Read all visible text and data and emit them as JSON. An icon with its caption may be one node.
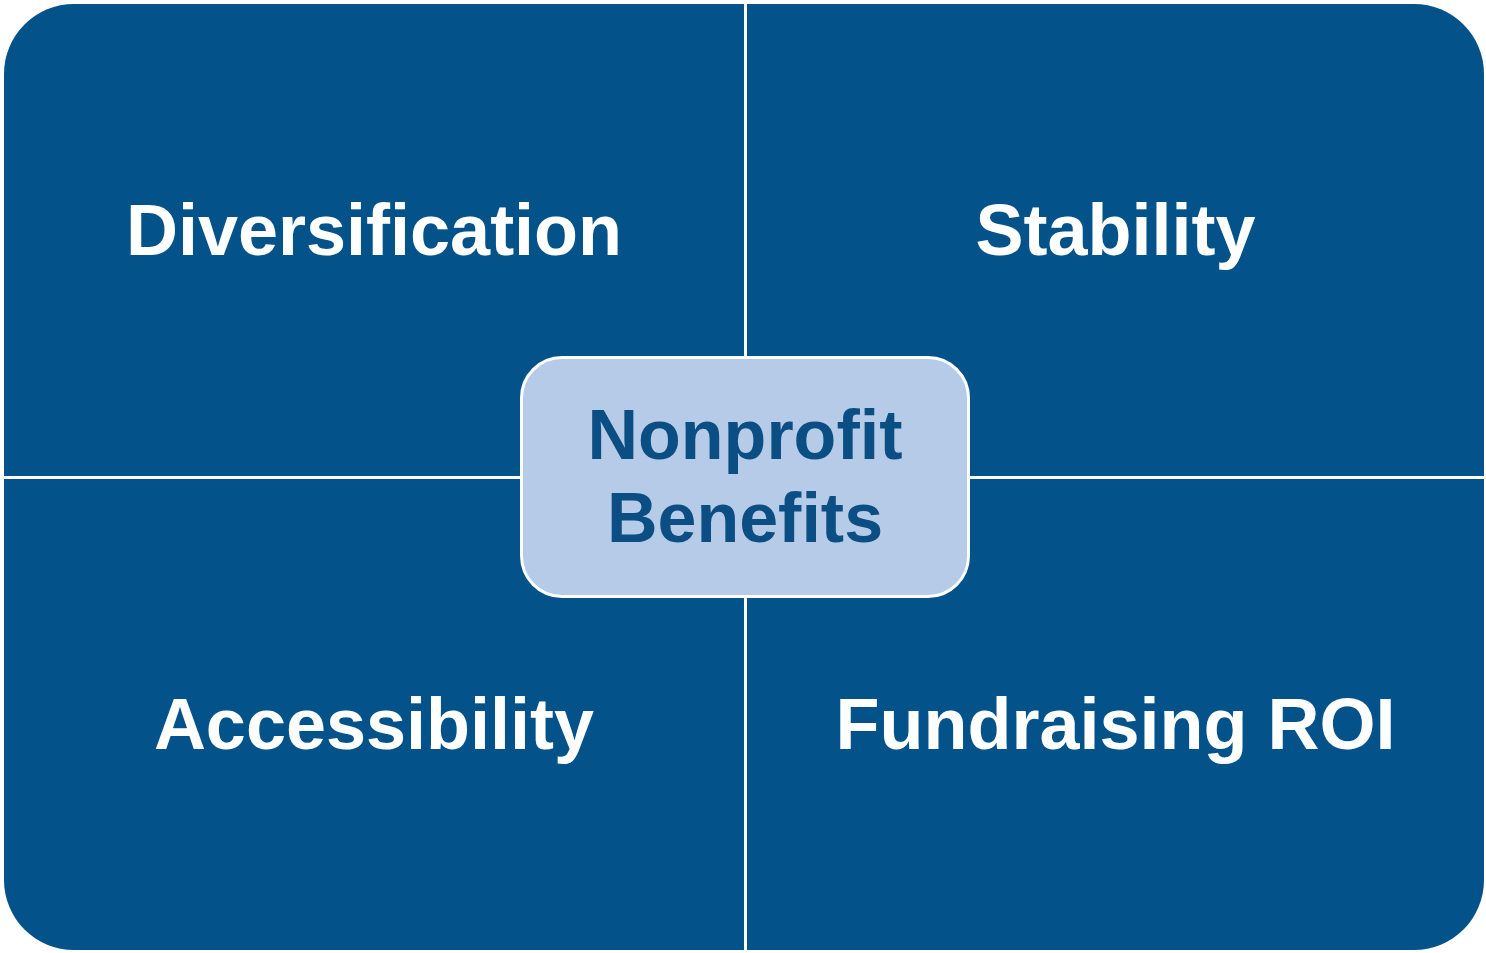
{
  "diagram": {
    "nodes": [
      {
        "text": [
          "Diversification"
        ]
      },
      {
        "text": [
          "Stability"
        ]
      },
      {
        "text": [
          "Nonprofit Benefits"
        ]
      },
      {
        "text": [
          "Accessibility"
        ]
      },
      {
        "text": [
          "Fundraising ROI"
        ]
      }
    ]
  }
}
